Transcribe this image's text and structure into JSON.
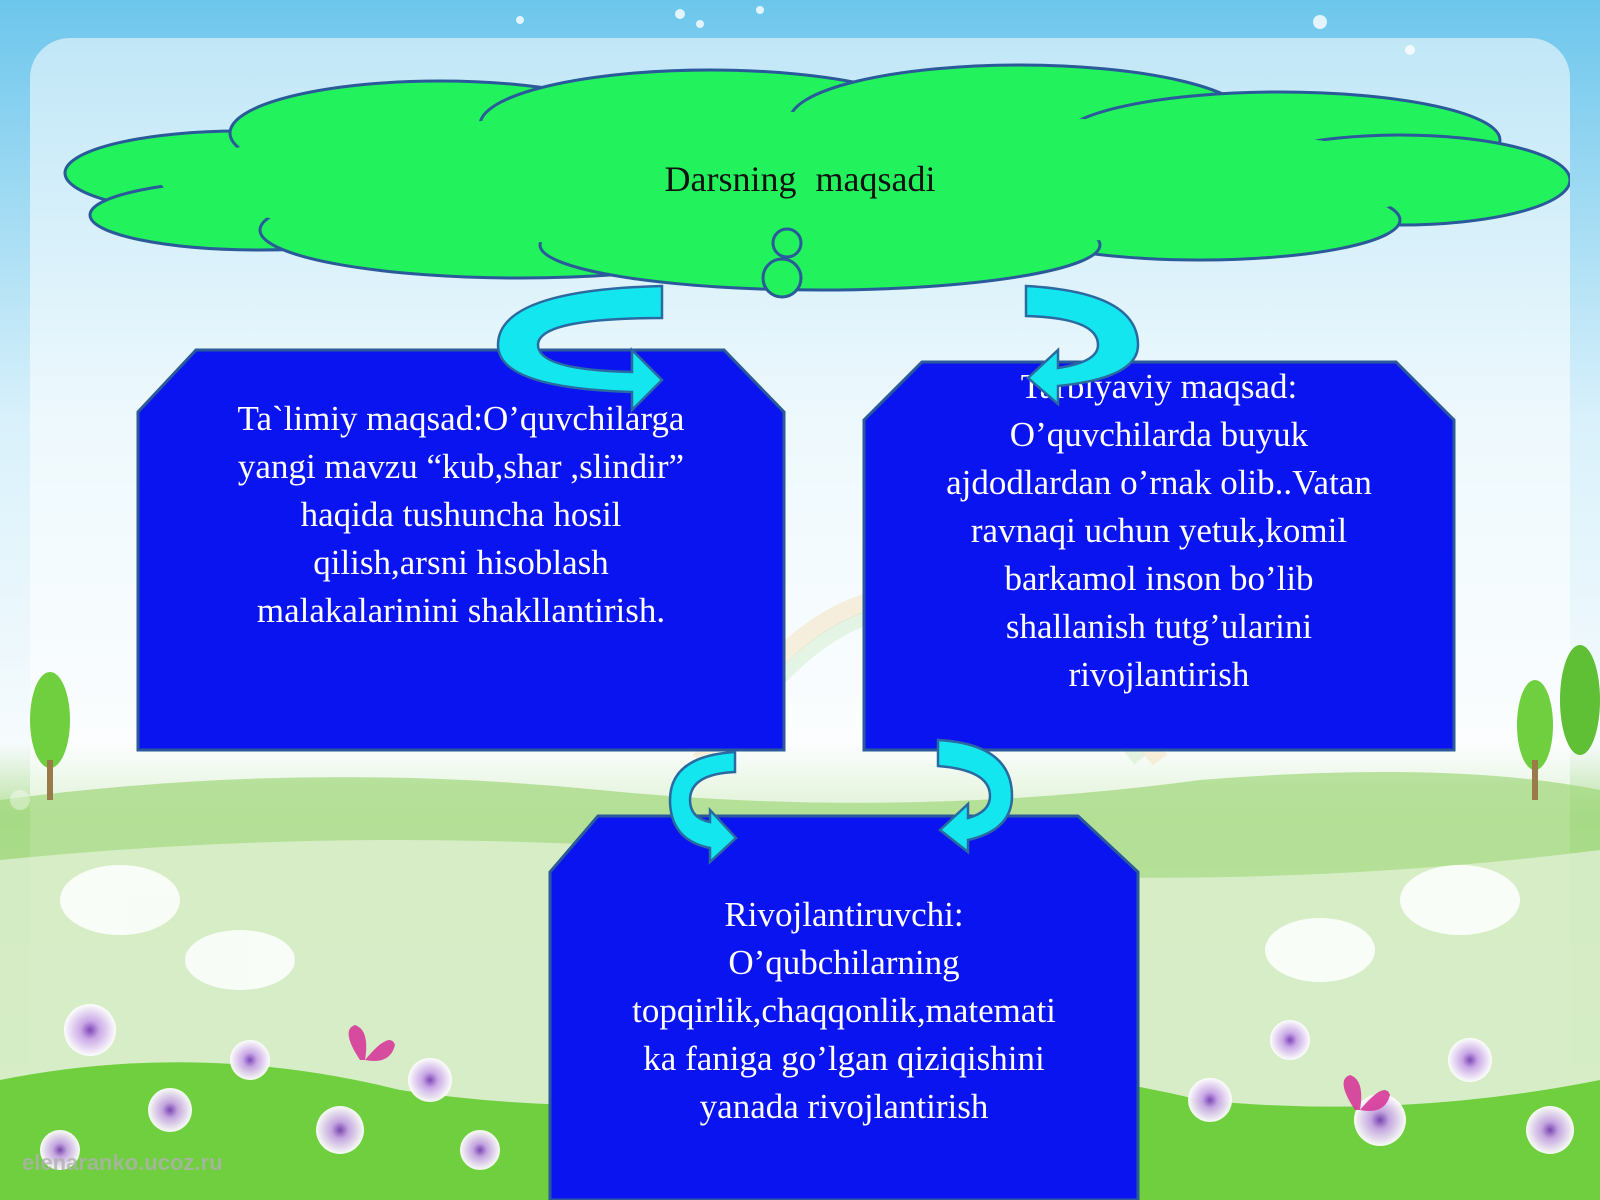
{
  "cloud": {
    "title": "Darsning   maqsadi"
  },
  "boxes": {
    "left": {
      "text": "Ta`limiy maqsad:O’quvchilarga\nyangi mavzu  “kub,shar ,slindir”\nhaqida  tushuncha  hosil\nqilish,arsni  hisoblash\nmalakalarinini shakllantirish."
    },
    "right": {
      "text": "Tarbiyaviy  maqsad:\nO’quvchilarda  buyuk\najdodlardan o’rnak olib..Vatan\nravnaqi  uchun yetuk,komil\nbarkamol  inson  bo’lib\nshallanish  tutg’ularini\nrivojlantirish"
    },
    "bottom": {
      "text": "Rivojlantiruvchi:\nO’qubchilarning\ntopqirlik,chaqqonlik,matemati\nka  faniga  go’lgan  qiziqishini\nyanada  rivojlantirish"
    }
  },
  "watermark": "elenaranko.ucoz.ru",
  "colors": {
    "cloud_fill": "#22f25c",
    "box_fill": "#0a14f0",
    "box_border": "#2a5a9a",
    "arrow_fill": "#14e6f0",
    "sky_top": "#6cc6ec",
    "grass": "#6fcf3e"
  }
}
